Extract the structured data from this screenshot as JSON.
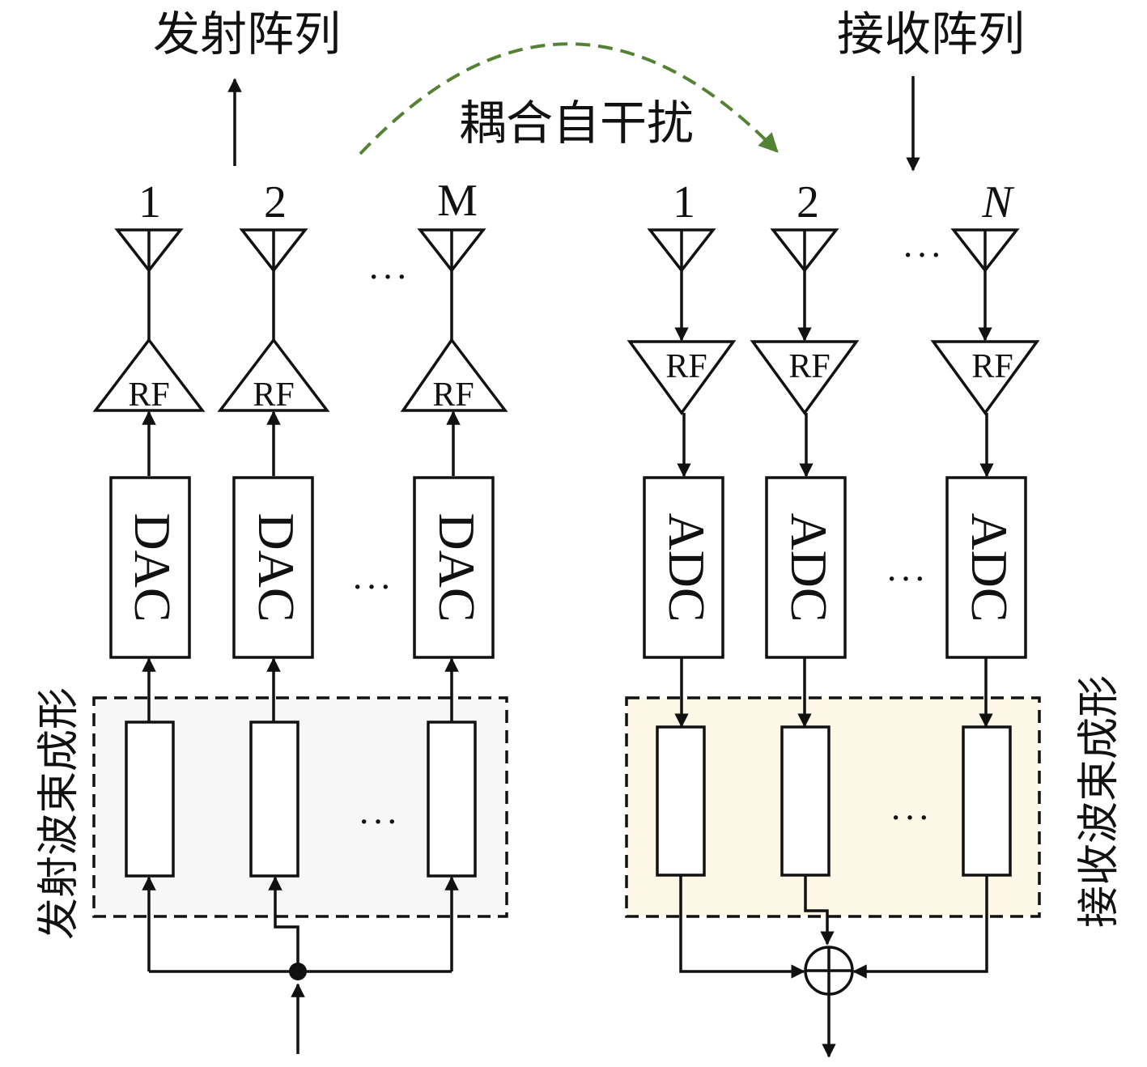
{
  "labels": {
    "transmit_array": "发射阵列",
    "receive_array": "接收阵列",
    "coupling": "耦合自干扰",
    "tx_beamforming": "发射波束成形",
    "rx_beamforming": "接收波束成形"
  },
  "transmit": {
    "antenna_labels": [
      "1",
      "2",
      "M"
    ],
    "rf_label": "RF",
    "converter_label": "DAC",
    "ellipsis": "···"
  },
  "receive": {
    "antenna_labels": [
      "1",
      "2",
      "N"
    ],
    "rf_label": "RF",
    "converter_label": "ADC",
    "ellipsis": "···"
  },
  "colors": {
    "coupling_arrow": "#548235",
    "tx_beamforming_bg": "#f7f7f7",
    "rx_beamforming_bg": "#fdf7e7",
    "rx_weight_fill": "#fdf4de",
    "line": "#111111"
  }
}
